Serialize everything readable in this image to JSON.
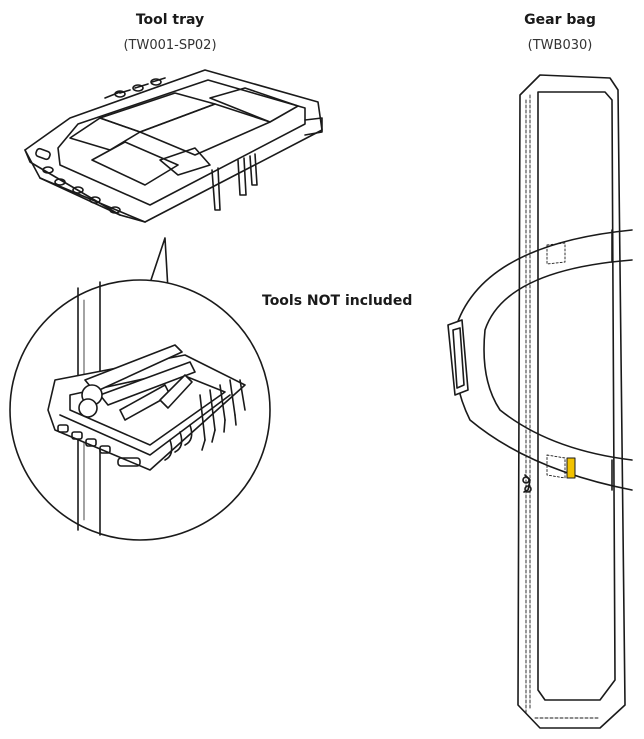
{
  "tray": {
    "title": "Tool tray",
    "code": "(TW001-SP02)"
  },
  "bag": {
    "title": "Gear bag",
    "code": "(TWB030)"
  },
  "note": "Tools NOT included",
  "colors": {
    "line": "#1a1a1a",
    "fill": "#ffffff",
    "tag": "#f2c200"
  }
}
